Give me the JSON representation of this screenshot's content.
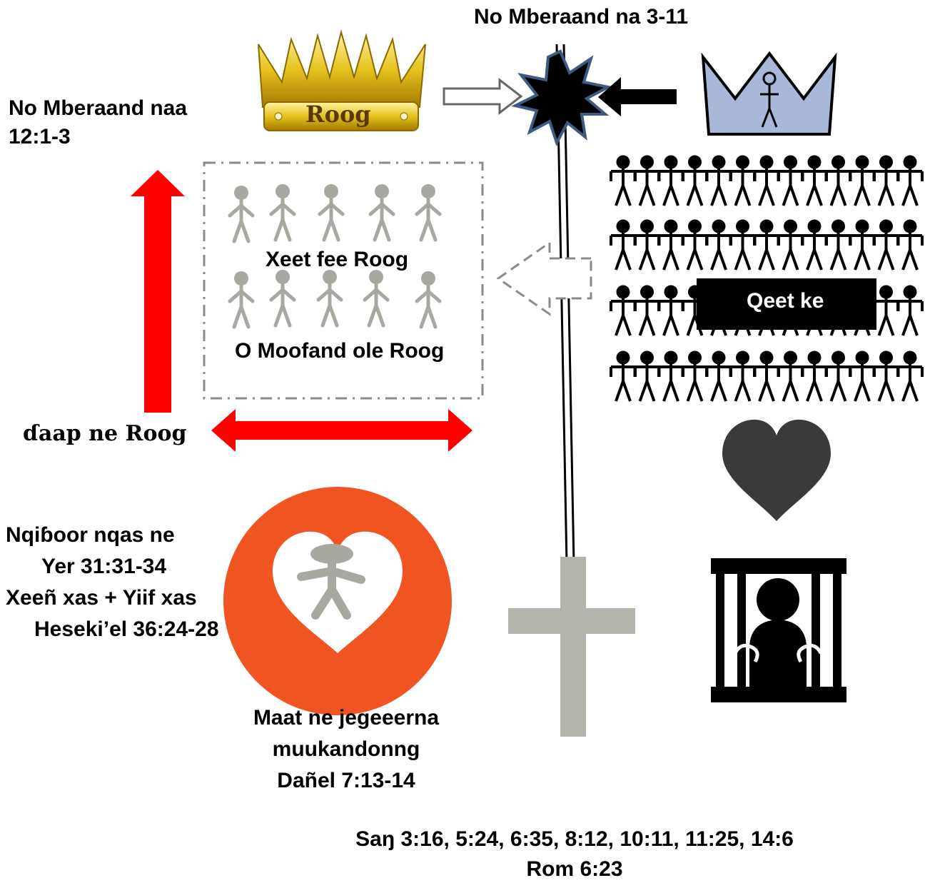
{
  "top_reference": "No Mberaand na  3-11",
  "left_reference": [
    "No Mberaand naa",
    "12:1-3"
  ],
  "crown_label": "Roog",
  "box_label_top": "Xeet fee Roog",
  "box_label_bottom": "O Moofand ole Roog",
  "dark_box_label": "Qeet ke",
  "arrow_label": "ɗaap ne Roog",
  "covenant_lines": [
    "Nqiɓoor nqas ne",
    "Yer 31:31-34",
    "Xeeñ xas + Yiif xas",
    "Heseki’el 36:24-28"
  ],
  "son_lines": [
    "Maat ne jegeeerna",
    "muukandonng",
    "Dañel 7:13-14"
  ],
  "bottom_lines": [
    "Saŋ  3:16, 5:24, 6:35, 8:12, 10:11, 11:25, 14:6",
    "Rom 6:23"
  ],
  "colors": {
    "red_arrow": "#ff0000",
    "orange_circle": "#f05423",
    "gray_figure": "#a8a8a0",
    "cross_gray": "#b4b4ac",
    "crown_gold": "#d4a800",
    "crown_blue": "#a9b8d6",
    "burst_border": "#3d5a80",
    "heart_dark": "#3a3a3a"
  },
  "icons": [
    "gold-crown-icon",
    "blue-crown-icon",
    "burst-icon",
    "people-icon",
    "heart-icon",
    "prison-icon",
    "cross-icon"
  ]
}
